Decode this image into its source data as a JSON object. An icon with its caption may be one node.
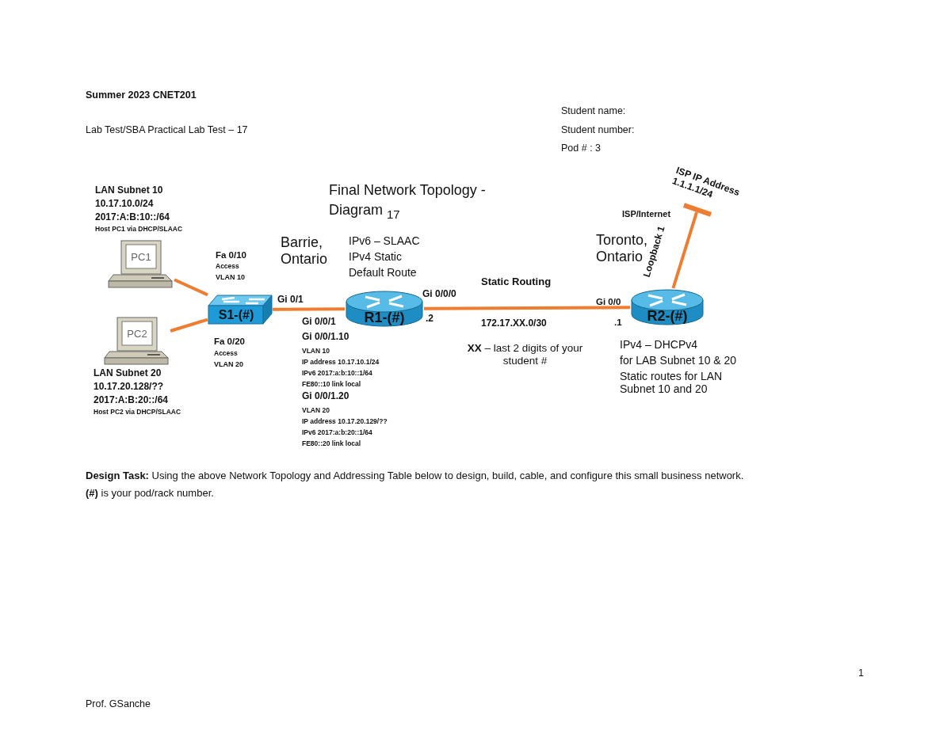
{
  "diagram": {
    "title": "Final Network Topology - Diagram $_{17}$",
    "nodes": [
      {
        "text": [
          "PC1"
        ]
      },
      {
        "text": [
          "PC2"
        ]
      },
      {
        "text": [
          "S1-(#)"
        ]
      },
      {
        "text": [
          "R1-(#)"
        ]
      },
      {
        "text": [
          "R2-(#)"
        ]
      },
      {
        "text": [],
        "shape": "bar",
        "beside": [
          "ISP IP Address",
          "1.1.1.1/24"
        ]
      }
    ],
    "edges": [
      {
        "from": 0,
        "to": 2,
        "arrow": "none"
      },
      {
        "from": 1,
        "to": 2,
        "arrow": "none"
      },
      {
        "from": 2,
        "to": 3,
        "arrow": "none"
      },
      {
        "from": 3,
        "to": 4,
        "arrow": "none"
      },
      {
        "from": 4,
        "to": 5,
        "arrow": "none",
        "label": "Loopback 1"
      }
    ],
    "labels": [
      "Summer 2023 CNET201",
      "Student name:",
      "Lab Test/SBA Practical Lab Test – 17",
      "Student number:",
      "Pod # :  3",
      "LAN Subnet 10",
      "10.17.10.0/24",
      "2017:A:B:10::/64",
      "Host PC1 via DHCP/SLAAC",
      "Barrie, Ontario",
      "IPv6 – SLAAC",
      "IPv4 Static",
      "Default Route",
      "Toronto, Ontario",
      "ISP/Internet",
      "Fa 0/10",
      "Access",
      "VLAN 10",
      "Gi 0/1",
      "Gi 0/0/0",
      "Static Routing",
      "Gi 0/0",
      "Gi 0/0/1",
      ".2",
      "172.17.XX.0/30",
      ".1",
      "Gi 0/0/1.10",
      "VLAN 10",
      "IP address 10.17.10.1/24",
      "IPv6 2017:a:b:10::1/64",
      "FE80::10 link local",
      "Gi 0/0/1.20",
      "VLAN 20",
      "IP address 10.17.20.129/??",
      "IPv6 2017:a:b:20::1/64",
      "FE80::20 link local",
      "Fa 0/20",
      "Access",
      "VLAN 20",
      "**XX** – last 2 digits of your student #",
      "IPv4 – DHCPv4",
      "for LAB Subnet 10 & 20",
      "Static routes for LAN Subnet 10 and 20",
      "LAN Subnet 20",
      "10.17.20.128/??",
      "2017:A:B:20::/64",
      "Host PC2 via DHCP/SLAAC",
      "**Design Task:** Using the above Network Topology and Addressing Table below to design, build, cable, and configure this small business network.",
      "**(#)** is your pod/rack number.",
      "1",
      "Prof. GSanche"
    ]
  }
}
